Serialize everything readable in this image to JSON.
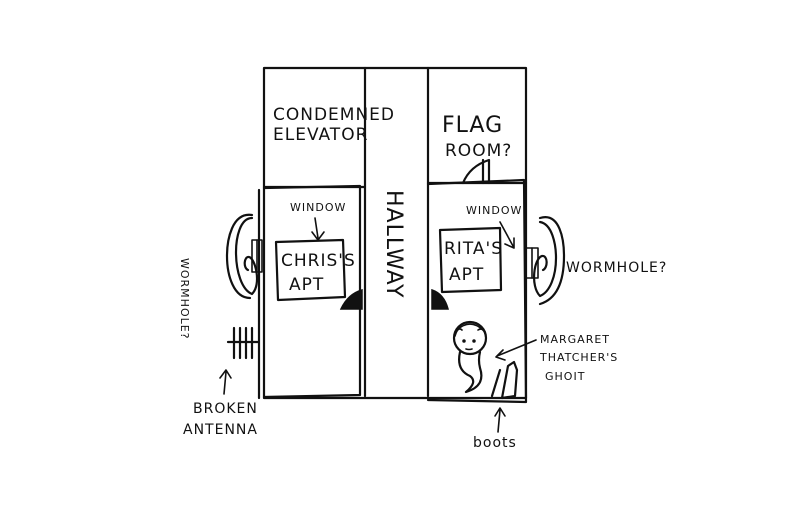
{
  "rooms": {
    "condemned_elevator": [
      "Condemned",
      "Elevator"
    ],
    "flag_room": [
      "Flag",
      "room?"
    ],
    "hallway": "HALLWAY",
    "chris_apt": [
      "Chris's",
      "Apt"
    ],
    "rita_apt": [
      "Rita's",
      "Apt"
    ]
  },
  "annotations": {
    "window_left": "Window",
    "window_right": "Window",
    "wormhole_left": "Wormhole?",
    "wormhole_right": "Wormhole?",
    "broken_antenna": [
      "Broken",
      "Antenna"
    ],
    "ghost": [
      "Margaret",
      "Thatcher's",
      "Ghoit"
    ],
    "boots": "boots"
  },
  "icons": [
    "wormhole-spiral-icon",
    "antenna-icon",
    "ghost-icon",
    "boots-icon",
    "door-icon"
  ]
}
